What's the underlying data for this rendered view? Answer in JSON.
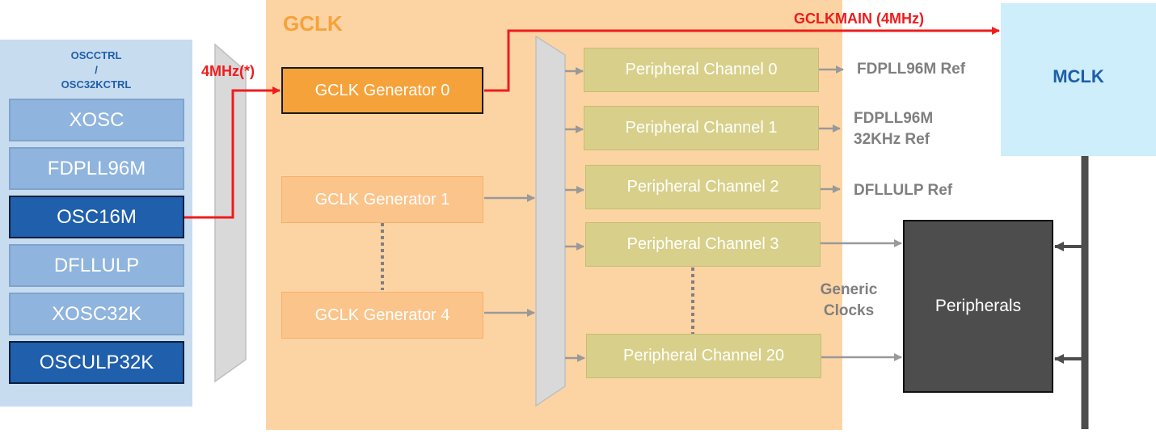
{
  "oscillators": {
    "title_line1": "OSCCTRL",
    "title_line2": "/",
    "title_line3": "OSC32KCTRL",
    "items": [
      {
        "label": "XOSC",
        "active": false
      },
      {
        "label": "FDPLL96M",
        "active": false
      },
      {
        "label": "OSC16M",
        "active": true
      },
      {
        "label": "DFLLULP",
        "active": false
      },
      {
        "label": "XOSC32K",
        "active": false
      },
      {
        "label": "OSCULP32K",
        "active": true
      }
    ]
  },
  "gclk": {
    "title": "GCLK",
    "input_freq_label": "4MHz(*)",
    "generators": [
      {
        "label": "GCLK Generator 0",
        "active": true
      },
      {
        "label": "GCLK Generator 1",
        "active": false
      },
      {
        "label": "GCLK Generator 4",
        "active": false
      }
    ],
    "channels": [
      "Peripheral Channel 0",
      "Peripheral Channel 1",
      "Peripheral Channel 2",
      "Peripheral Channel 3",
      "Peripheral Channel 20"
    ]
  },
  "outputs": {
    "gclkmain_label": "GCLKMAIN (4MHz)",
    "ref0": "FDPLL96M Ref",
    "ref1_line1": "FDPLL96M",
    "ref1_line2": "32KHz Ref",
    "ref2": "DFLLULP Ref",
    "generic_line1": "Generic",
    "generic_line2": "Clocks"
  },
  "mclk": {
    "title": "MCLK"
  },
  "peripherals": {
    "label": "Peripherals"
  },
  "colors": {
    "active_path": "#ee1c1c",
    "arrow_gray": "#999999",
    "bus_dark": "#4d4d4d"
  }
}
